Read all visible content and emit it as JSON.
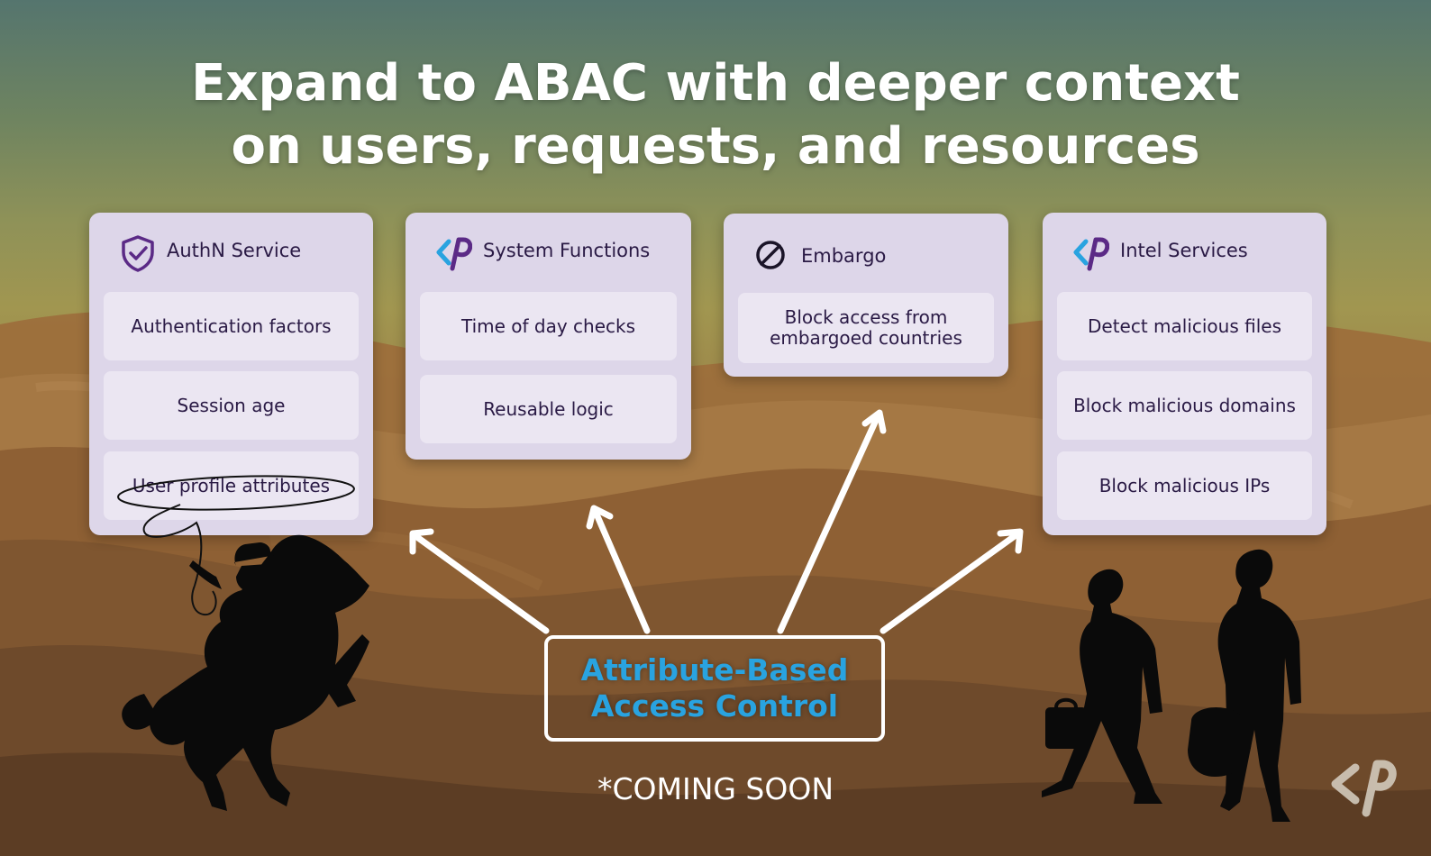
{
  "title": {
    "line1": "Expand to ABAC with deeper context",
    "line2": "on users, requests, and resources"
  },
  "cards": [
    {
      "title": "AuthN Service",
      "icon": "shield-check-icon",
      "items": [
        "Authentication factors",
        "Session age",
        "User profile attributes"
      ]
    },
    {
      "title": "System Functions",
      "icon": "brand-logo-icon",
      "items": [
        "Time of day checks",
        "Reusable logic"
      ]
    },
    {
      "title": "Embargo",
      "icon": "prohibited-icon",
      "items": [
        "Block access from\nembargoed countries"
      ]
    },
    {
      "title": "Intel Services",
      "icon": "brand-logo-icon",
      "items": [
        "Detect malicious files",
        "Block malicious domains",
        "Block malicious IPs"
      ]
    }
  ],
  "center": {
    "label": "Attribute-Based\nAccess Control"
  },
  "footnote": "*COMING SOON",
  "colors": {
    "card_bg": "#ddd6e9",
    "item_bg": "#ebe6f2",
    "text_dark": "#2a1a45",
    "accent_blue": "#29a3e0",
    "icon_purple": "#5b2a86",
    "arrow": "#ffffff"
  }
}
